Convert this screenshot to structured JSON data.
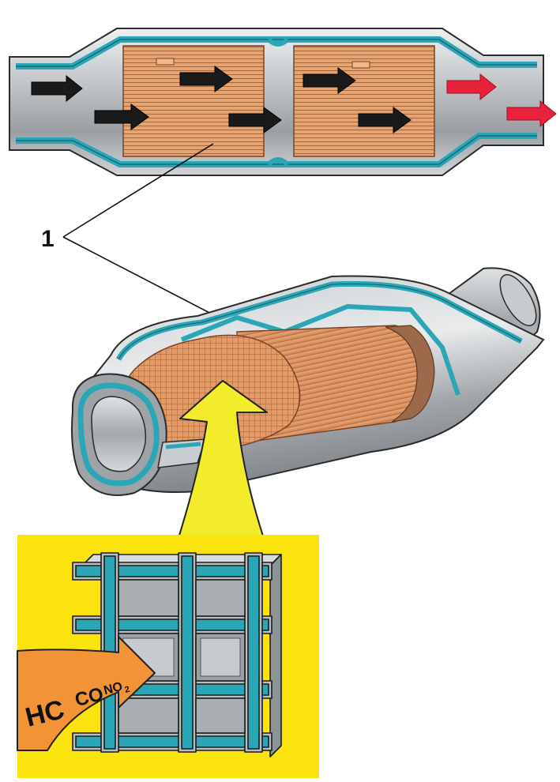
{
  "callout": {
    "label": "1"
  },
  "gases": {
    "hc": "HC",
    "co": "CO",
    "no": "NO",
    "sub": "2"
  },
  "colors": {
    "shell_fill": "#b7bcc0",
    "shell_dark": "#8d9296",
    "shell_light": "#e4e7e8",
    "insulation": "#2aa6b6",
    "insulation_dark": "#176f7c",
    "substrate": "#e2a070",
    "substrate_line": "#9c5a32",
    "gas_in_arrow": "#1a1a1a",
    "gas_out_arrow": "#e8213c",
    "inset_background": "#fbe40e",
    "flow_arrow": "#f3ec2a",
    "gas_mix_arrow": "#f29336"
  },
  "icons": {
    "inlet_arrows": "black-right-arrow",
    "outlet_arrows": "red-right-arrow",
    "flow": "yellow-up-arrow",
    "gas_flow": "orange-right-arrow"
  }
}
